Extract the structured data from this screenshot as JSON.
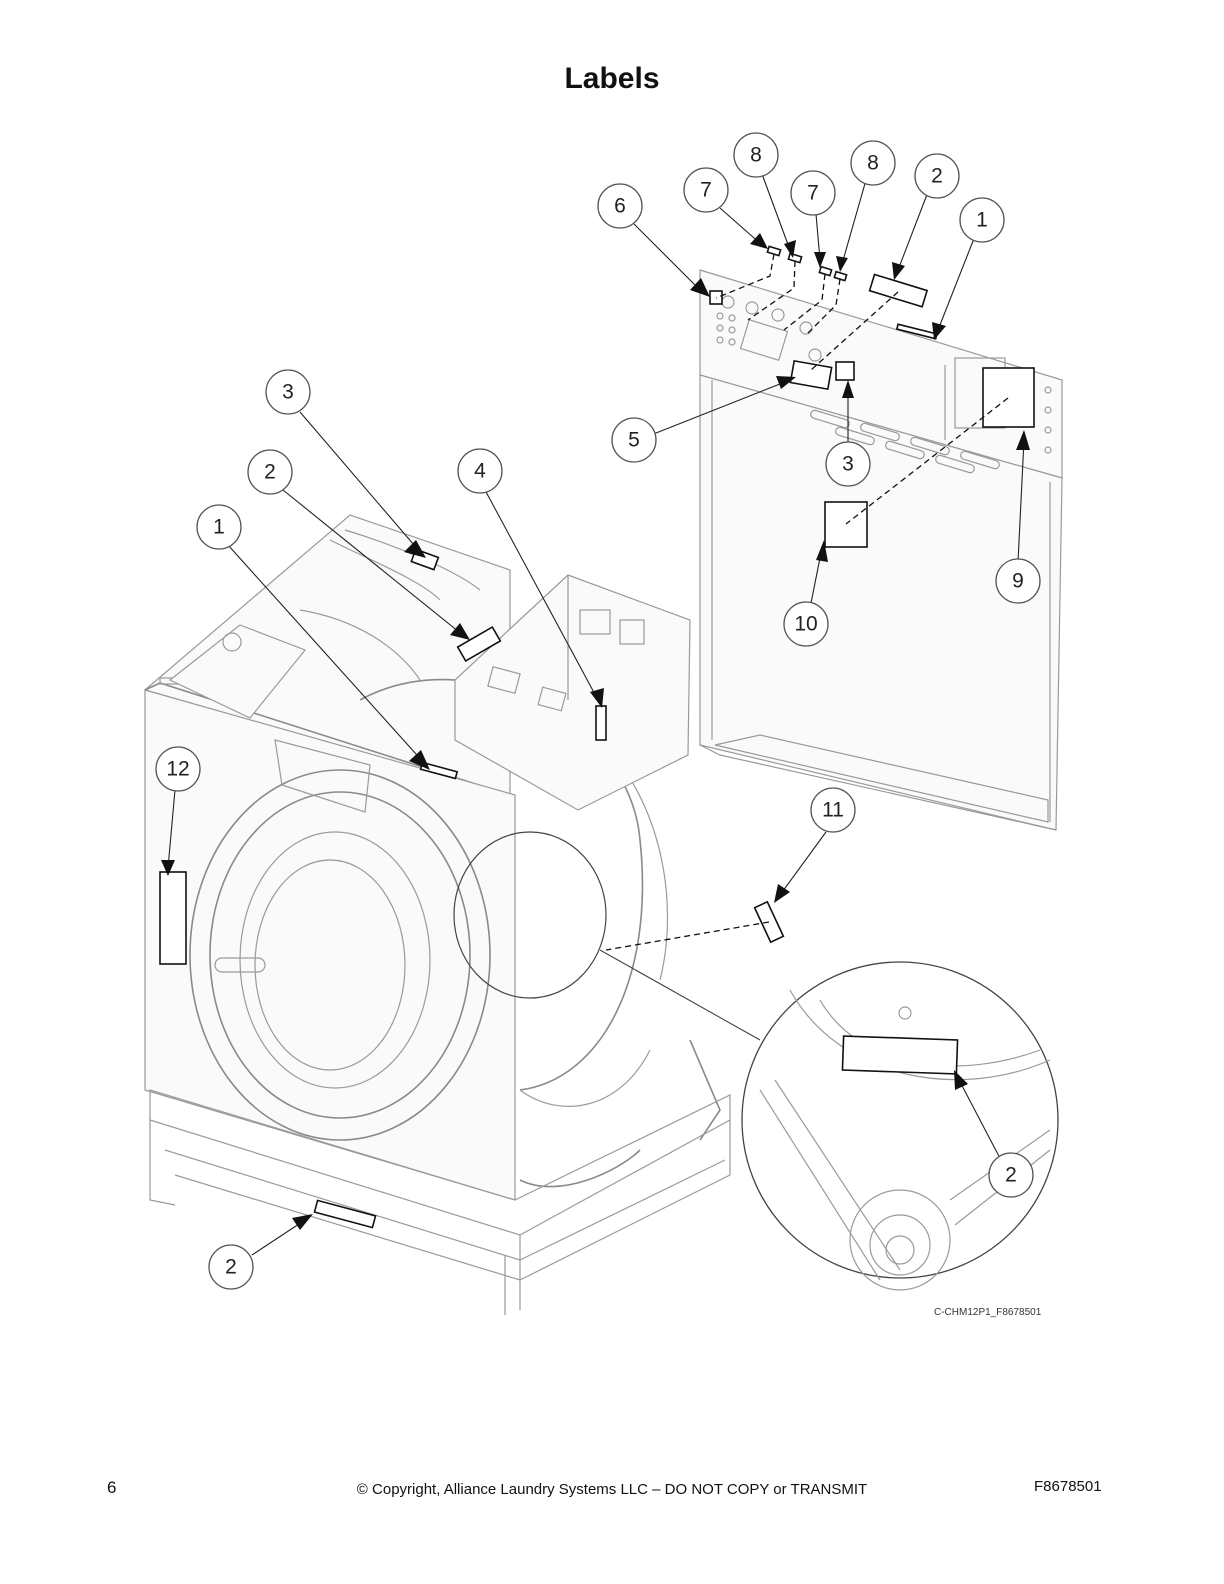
{
  "page": {
    "title": "Labels",
    "figure_code": "C-CHM12P1_F8678501",
    "page_number": "6",
    "copyright": "© Copyright, Alliance Laundry Systems LLC – DO NOT COPY or TRANSMIT",
    "document_id": "F8678501"
  },
  "callouts": [
    "8",
    "7",
    "7",
    "8",
    "2",
    "6",
    "1",
    "3",
    "5",
    "3",
    "2",
    "4",
    "1",
    "9",
    "10",
    "12",
    "11",
    "2",
    "2"
  ]
}
